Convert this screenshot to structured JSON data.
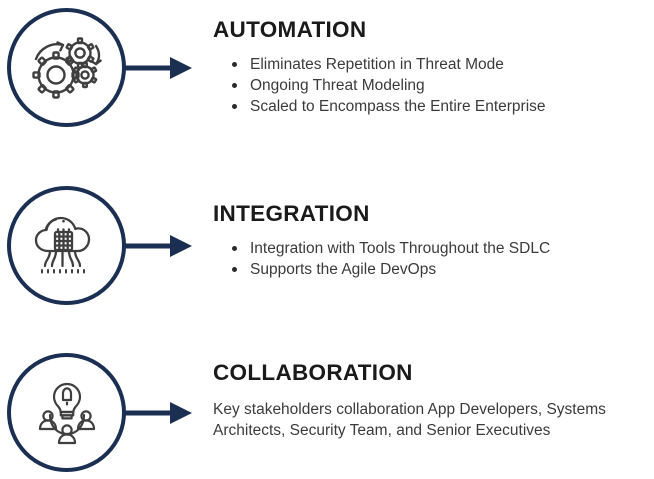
{
  "theme": {
    "background": "#ffffff",
    "accent_navy": "#1b2f53",
    "heading_color": "#1a1a1a",
    "body_color": "#3b3b3b",
    "icon_stroke": "#3f3f3f"
  },
  "sections": [
    {
      "id": "automation",
      "icon_name": "gears-icon",
      "heading": "AUTOMATION",
      "bullets": [
        "Eliminates Repetition in Threat Mode",
        "Ongoing Threat Modeling",
        "Scaled to Encompass the Entire Enterprise"
      ],
      "paragraph": ""
    },
    {
      "id": "integration",
      "icon_name": "cloud-chip-icon",
      "heading": "INTEGRATION",
      "bullets": [
        "Integration with Tools Throughout the SDLC",
        "Supports the Agile DevOps"
      ],
      "paragraph": ""
    },
    {
      "id": "collaboration",
      "icon_name": "team-lightbulb-icon",
      "heading": "COLLABORATION",
      "bullets": [],
      "paragraph": "Key stakeholders collaboration App Developers, Systems Architects, Security Team, and Senior Executives"
    }
  ]
}
